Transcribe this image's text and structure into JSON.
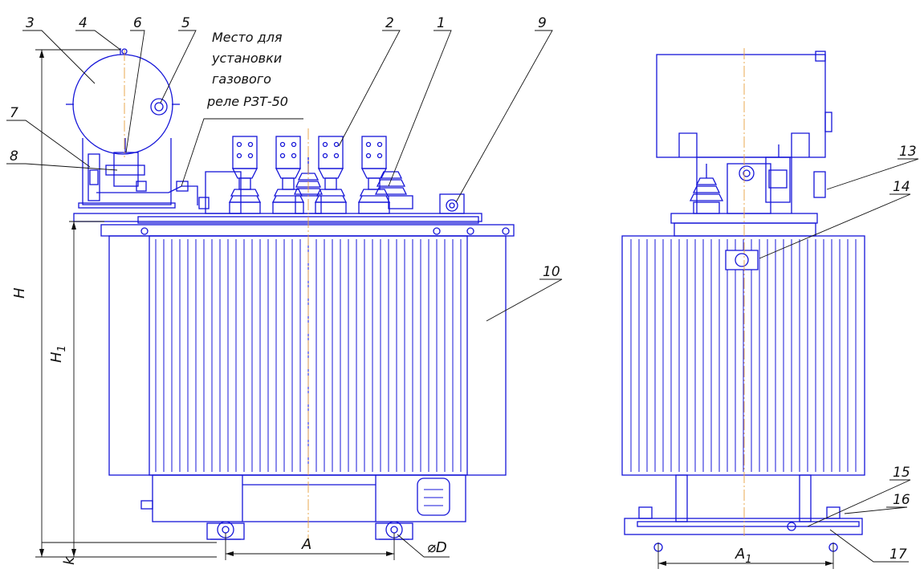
{
  "colors": {
    "drawing": "#1515d8",
    "centerline": "#e8a040",
    "text": "#111111"
  },
  "note": {
    "lines": [
      "Место для",
      "установки",
      "газового",
      "реле РЗТ-50"
    ]
  },
  "callouts": {
    "n1": "1",
    "n2": "2",
    "n3": "3",
    "n4": "4",
    "n5": "5",
    "n6": "6",
    "n7": "7",
    "n8": "8",
    "n9": "9",
    "n10": "10",
    "n13": "13",
    "n14": "14",
    "n15": "15",
    "n16": "16",
    "n17": "17"
  },
  "dimensions": {
    "H": "H",
    "H1": "H",
    "H1_sub": "1",
    "k": "k",
    "A": "A",
    "A1": "A",
    "A1_sub": "1",
    "D": "⌀D"
  }
}
